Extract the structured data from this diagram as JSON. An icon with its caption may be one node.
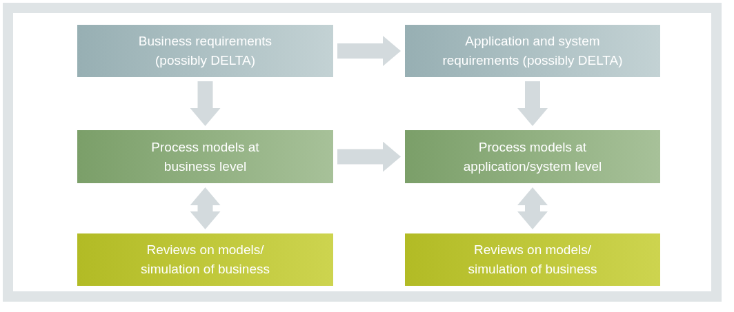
{
  "diagram": {
    "nodes": [
      {
        "text": [
          "Business requirements (possibly DELTA)"
        ]
      },
      {
        "text": [
          "Application and system requirements (possibly DELTA)"
        ]
      },
      {
        "text": [
          "Process models at business level"
        ]
      },
      {
        "text": [
          "Process models at application/system level"
        ]
      },
      {
        "text": [
          "Reviews on models/ simulation of business"
        ]
      },
      {
        "text": [
          "Reviews on models/ simulation of business"
        ]
      }
    ],
    "edges": [
      {
        "from": 0,
        "to": 1,
        "arrow": "to"
      },
      {
        "from": 0,
        "to": 2,
        "arrow": "to"
      },
      {
        "from": 1,
        "to": 3,
        "arrow": "to"
      },
      {
        "from": 2,
        "to": 3,
        "arrow": "to"
      },
      {
        "from": 2,
        "to": 4,
        "arrow": "both"
      },
      {
        "from": 3,
        "to": 5,
        "arrow": "both"
      }
    ]
  }
}
